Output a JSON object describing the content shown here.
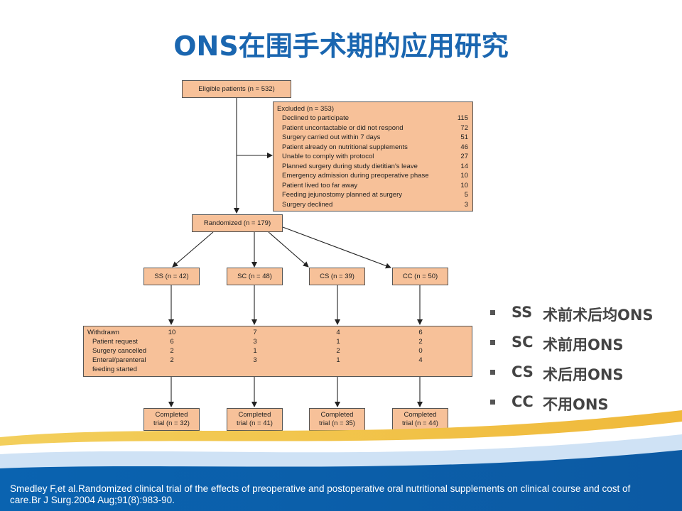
{
  "title": "ONS在围手术期的应用研究",
  "flow": {
    "eligible": "Eligible patients (n = 532)",
    "excluded_header": "Excluded (n = 353)",
    "excluded_items": [
      {
        "label": "Declined to participate",
        "value": "115"
      },
      {
        "label": "Patient uncontactable or did not respond",
        "value": "72"
      },
      {
        "label": "Surgery carried out within 7 days",
        "value": "51"
      },
      {
        "label": "Patient already on nutritional supplements",
        "value": "46"
      },
      {
        "label": "Unable to comply with protocol",
        "value": "27"
      },
      {
        "label": "Planned surgery during study dietitian's leave",
        "value": "14"
      },
      {
        "label": "Emergency admission during preoperative phase",
        "value": "10"
      },
      {
        "label": "Patient lived too far away",
        "value": "10"
      },
      {
        "label": "Feeding jejunostomy planned at surgery",
        "value": "5"
      },
      {
        "label": "Surgery declined",
        "value": "3"
      }
    ],
    "randomized": "Randomized (n = 179)",
    "groups": [
      {
        "label": "SS (n = 42)",
        "completed_line1": "Completed",
        "completed_line2": "trial (n = 32)"
      },
      {
        "label": "SC (n = 48)",
        "completed_line1": "Completed",
        "completed_line2": "trial (n = 41)"
      },
      {
        "label": "CS (n = 39)",
        "completed_line1": "Completed",
        "completed_line2": "trial (n = 35)"
      },
      {
        "label": "CC (n = 50)",
        "completed_line1": "Completed",
        "completed_line2": "trial (n = 44)"
      }
    ],
    "withdrawn": {
      "labels": [
        "Withdrawn",
        "Patient request",
        "Surgery cancelled",
        "Enteral/parenteral",
        "feeding started"
      ],
      "values": [
        [
          "10",
          "6",
          "2",
          "2"
        ],
        [
          "7",
          "3",
          "1",
          "3"
        ],
        [
          "4",
          "1",
          "2",
          "1"
        ],
        [
          "6",
          "2",
          "0",
          "4"
        ]
      ]
    }
  },
  "legend": [
    {
      "code": "SS",
      "desc": "术前术后均ONS"
    },
    {
      "code": "SC",
      "desc": "术前用ONS"
    },
    {
      "code": "CS",
      "desc": "术后用ONS"
    },
    {
      "code": "CC",
      "desc": "不用ONS"
    }
  ],
  "citation": "Smedley F,et al.Randomized clinical trial of the effects of preoperative and postoperative oral nutritional supplements on clinical course and cost of care.Br J Surg.2004 Aug;91(8):983-90."
}
